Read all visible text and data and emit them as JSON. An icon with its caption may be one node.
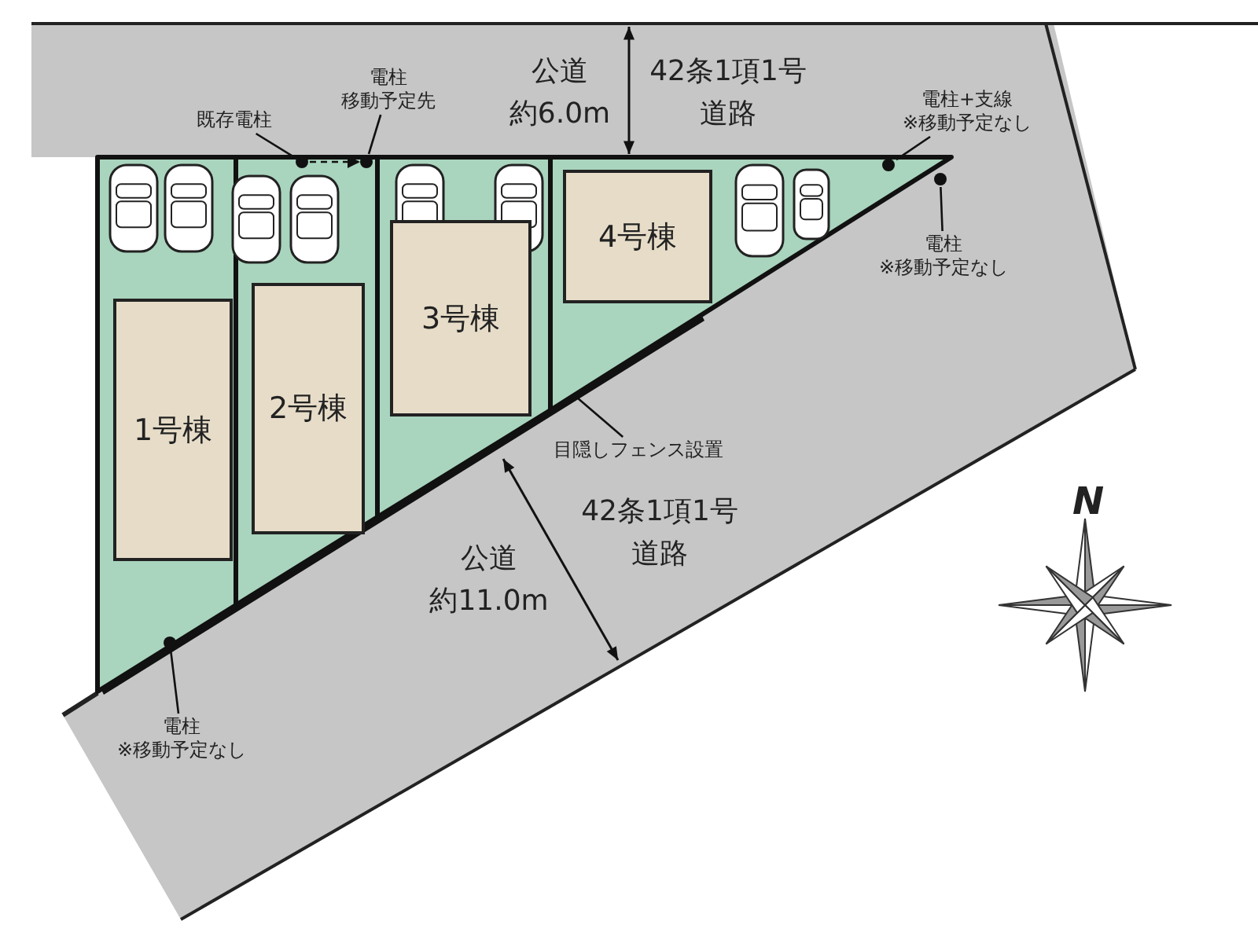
{
  "diagram": {
    "nodes": [
      {
        "text": [
          "既存電柱"
        ]
      },
      {
        "text": [
          "電柱移動予定先"
        ]
      },
      {
        "text": [
          "電柱+支線※移動予定なし"
        ]
      },
      {
        "text": [],
        "shape": "circle"
      },
      {
        "text": [],
        "shape": "circle"
      },
      {
        "text": [],
        "shape": "circle"
      },
      {
        "text": [],
        "shape": "circle"
      },
      {
        "text": [
          "4号棟"
        ]
      },
      {
        "text": [
          "電柱※移動予定なし"
        ]
      },
      {
        "text": [
          "3号棟"
        ]
      },
      {
        "text": [
          "2号棟"
        ]
      },
      {
        "text": [
          "1号棟"
        ]
      },
      {
        "text": [
          "目隠しフェンス設置"
        ]
      },
      {
        "text": [],
        "shape": "circle"
      },
      {
        "text": [
          "電柱※移動予定なし"
        ]
      }
    ],
    "edges": [
      {
        "from": 0,
        "to": 3,
        "arrow": "none"
      },
      {
        "from": 1,
        "to": 4,
        "arrow": "none"
      },
      {
        "from": 3,
        "to": 4,
        "arrow": "to",
        "style": "dashed"
      },
      {
        "from": 2,
        "to": 5,
        "arrow": "none"
      },
      {
        "from": 8,
        "to": 6,
        "arrow": "none"
      },
      {
        "from": 12,
        "to": null,
        "arrow": "none"
      },
      {
        "from": 14,
        "to": 13,
        "arrow": "none"
      }
    ],
    "labels": [
      "公道約6.0m",
      "42条1項1号道路",
      "42条1項1号道路",
      "公道約11.0m",
      "N"
    ]
  }
}
